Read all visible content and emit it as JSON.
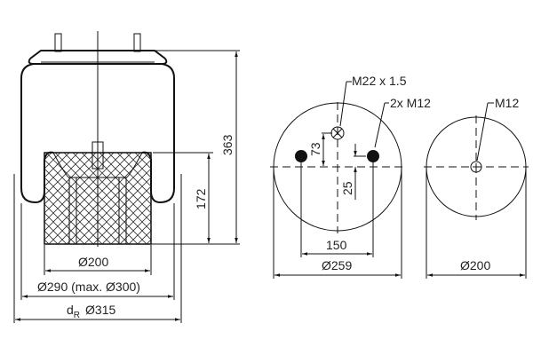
{
  "side_view": {
    "height_total": "363",
    "piston_height": "172",
    "piston_diameter": "Ø200",
    "bellows_diameter": "Ø290 (max. Ø300)",
    "dr_prefix": "d",
    "dr_subscript": "R",
    "dr_value": "Ø315"
  },
  "top_plate_view": {
    "valve_label": "M22 x 1.5",
    "studs_label": "2x M12",
    "valve_offset": "73",
    "stud_offset": "25",
    "stud_spacing": "150",
    "diameter": "Ø259"
  },
  "piston_view": {
    "bolt_label": "M12",
    "diameter": "Ø200"
  },
  "colors": {
    "line": "#111111",
    "background": "#ffffff"
  }
}
